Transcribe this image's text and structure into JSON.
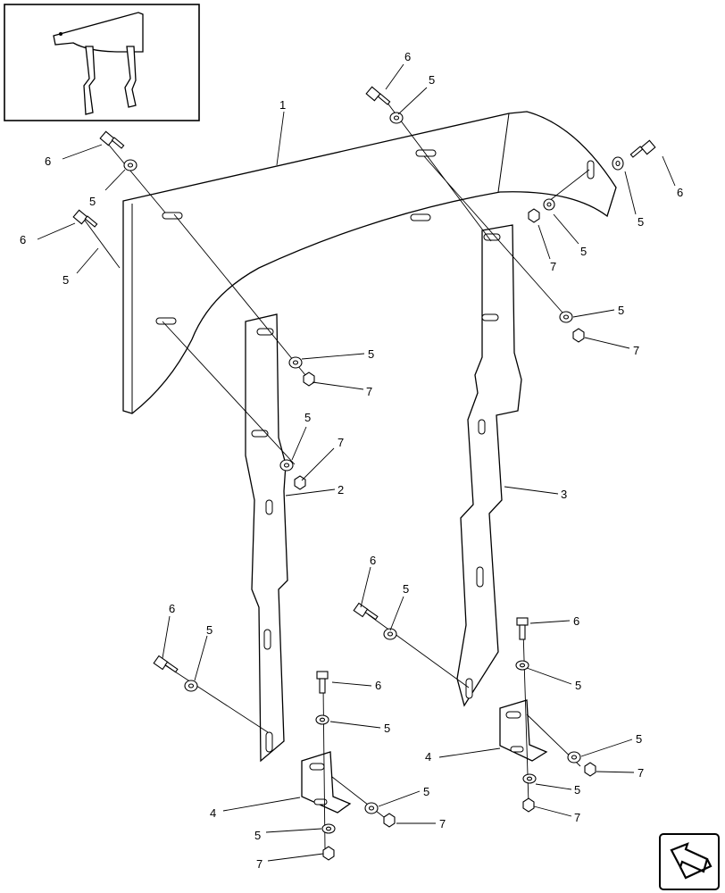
{
  "callouts": [
    {
      "id": "c1",
      "text": "1"
    },
    {
      "id": "c2",
      "text": "2"
    },
    {
      "id": "c3",
      "text": "3"
    },
    {
      "id": "c4a",
      "text": "4"
    },
    {
      "id": "c4b",
      "text": "4"
    },
    {
      "id": "c5",
      "text": "5"
    },
    {
      "id": "c6",
      "text": "6"
    },
    {
      "id": "c7",
      "text": "7"
    }
  ],
  "hardware_labels": {
    "washer": "5",
    "bolt": "6",
    "nut": "7"
  }
}
